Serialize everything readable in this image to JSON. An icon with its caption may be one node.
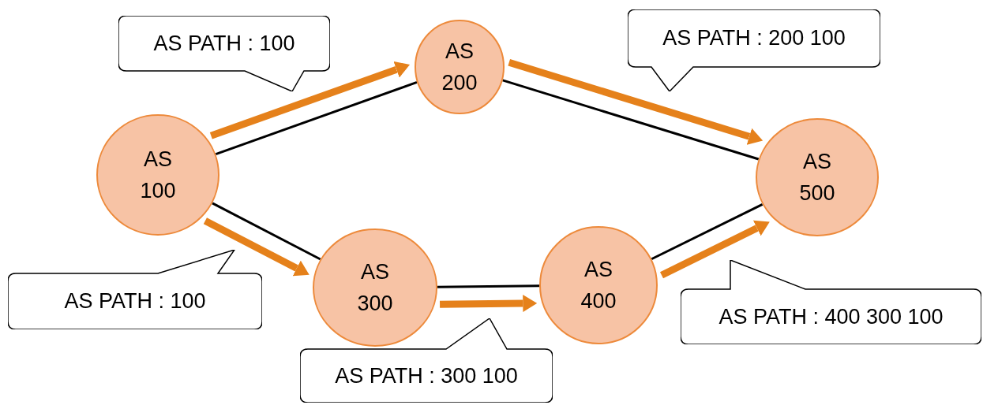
{
  "diagram": {
    "nodes": [
      {
        "text": [
          "AS 100"
        ]
      },
      {
        "text": [
          "AS 200"
        ]
      },
      {
        "text": [
          "AS 300"
        ]
      },
      {
        "text": [
          "AS 400"
        ]
      },
      {
        "text": [
          "AS 500"
        ]
      },
      {
        "text": [
          "AS PATH : 100"
        ]
      },
      {
        "text": [
          "AS PATH : 200 100"
        ]
      },
      {
        "text": [
          "AS PATH : 100"
        ]
      },
      {
        "text": [
          "AS PATH : 400 300 100"
        ]
      },
      {
        "text": [
          "AS PATH : 300 100"
        ]
      }
    ],
    "edges": [
      {
        "from": 0,
        "to": 1,
        "arrow": "none"
      },
      {
        "from": 1,
        "to": 4,
        "arrow": "none"
      },
      {
        "from": 0,
        "to": 2,
        "arrow": "none"
      },
      {
        "from": 2,
        "to": 3,
        "arrow": "none"
      },
      {
        "from": 3,
        "to": 4,
        "arrow": "none"
      },
      {
        "from": 0,
        "to": 1,
        "arrow": "to",
        "style": "thick",
        "color": "#e5811b"
      },
      {
        "from": 1,
        "to": 4,
        "arrow": "to",
        "style": "thick",
        "color": "#e5811b"
      },
      {
        "from": 0,
        "to": 2,
        "arrow": "to",
        "style": "thick",
        "color": "#e5811b"
      },
      {
        "from": 2,
        "to": 3,
        "arrow": "to",
        "style": "thick",
        "color": "#e5811b"
      },
      {
        "from": 3,
        "to": 4,
        "arrow": "to",
        "style": "thick",
        "color": "#e5811b"
      }
    ]
  }
}
